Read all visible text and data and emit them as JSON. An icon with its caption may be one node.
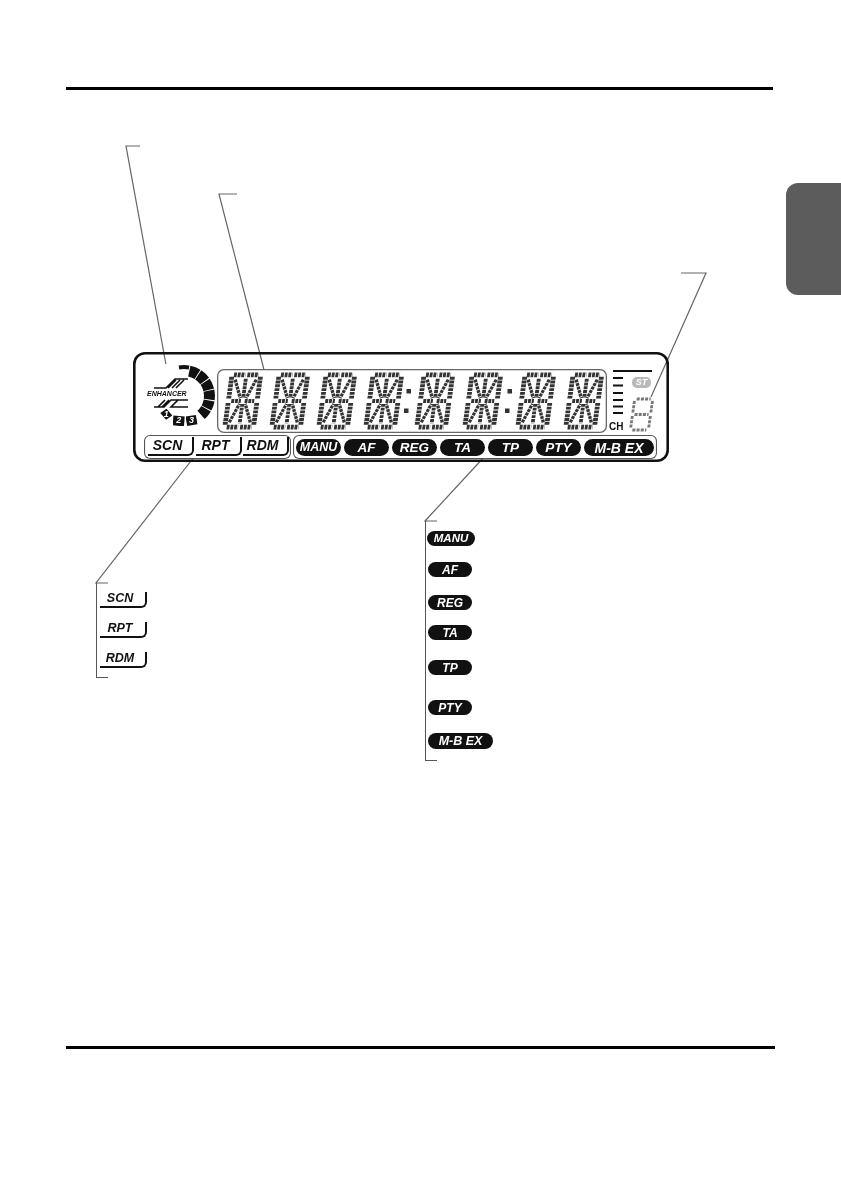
{
  "diagram": {
    "nodes": [
      {
        "text": [],
        "shape": "box"
      },
      {
        "text": [
          "ENHANCER",
          "1",
          "2",
          "3"
        ],
        "in": 0
      },
      {
        "text": [],
        "shape": "box",
        "in": 0
      },
      {
        "text": [
          "ST"
        ],
        "in": 0
      },
      {
        "text": [],
        "shape": "picture",
        "in": 0
      },
      {
        "text": [],
        "shape": "box",
        "in": 0
      },
      {
        "text": [
          "SCN"
        ],
        "in": 5
      },
      {
        "text": [
          "RPT"
        ],
        "in": 5
      },
      {
        "text": [
          "RDM"
        ],
        "in": 5
      },
      {
        "text": [],
        "shape": "box",
        "in": 0
      },
      {
        "text": [
          "MANU"
        ],
        "in": 9
      },
      {
        "text": [
          "AF"
        ],
        "in": 9
      },
      {
        "text": [
          "REG"
        ],
        "in": 9
      },
      {
        "text": [
          "TA"
        ],
        "in": 9
      },
      {
        "text": [
          "TP"
        ],
        "in": 9
      },
      {
        "text": [
          "PTY"
        ],
        "in": 9
      },
      {
        "text": [
          "M-B EX"
        ],
        "in": 9
      },
      {
        "text": [],
        "shape": "bracket"
      },
      {
        "text": [
          "SCN"
        ]
      },
      {
        "text": [
          "RPT"
        ]
      },
      {
        "text": [
          "RDM"
        ]
      },
      {
        "text": [],
        "shape": "bracket"
      },
      {
        "text": [
          "MANU"
        ]
      },
      {
        "text": [
          "AF"
        ]
      },
      {
        "text": [
          "REG"
        ]
      },
      {
        "text": [
          "TA"
        ]
      },
      {
        "text": [
          "TP"
        ]
      },
      {
        "text": [
          "PTY"
        ]
      },
      {
        "text": [
          "M-B EX"
        ]
      },
      {
        "text": [],
        "shape": "box"
      }
    ],
    "edges": [
      {
        "from": null,
        "to": 1,
        "arrow": "none"
      },
      {
        "from": null,
        "to": 2,
        "arrow": "none"
      },
      {
        "from": null,
        "to": 4,
        "arrow": "none"
      },
      {
        "from": 17,
        "to": 5,
        "arrow": "none"
      },
      {
        "from": 21,
        "to": 9,
        "arrow": "none"
      }
    ],
    "labels": [
      "CH"
    ]
  }
}
